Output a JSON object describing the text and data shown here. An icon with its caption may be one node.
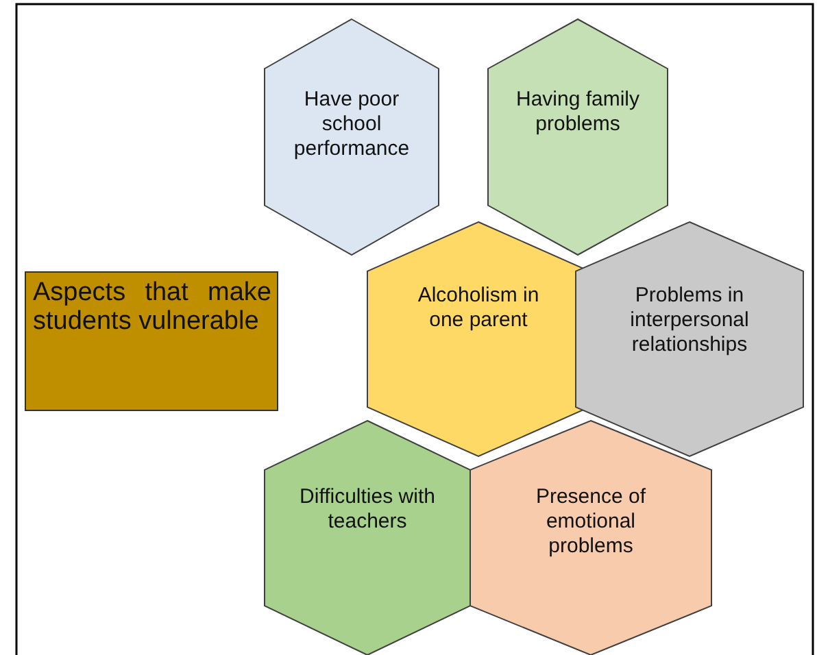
{
  "diagram": {
    "nodes": [
      {
        "text": [
          "Aspects that make students vulnerable"
        ]
      },
      {
        "text": [
          "Have poor school performance"
        ]
      },
      {
        "text": [
          "Having family problems"
        ]
      },
      {
        "text": [
          "Alcoholism in one parent"
        ]
      },
      {
        "text": [
          "Problems in interpersonal relationships"
        ]
      },
      {
        "text": [
          "Difficulties with teachers"
        ]
      },
      {
        "text": [
          "Presence of emotional problems"
        ]
      }
    ],
    "edges": []
  }
}
